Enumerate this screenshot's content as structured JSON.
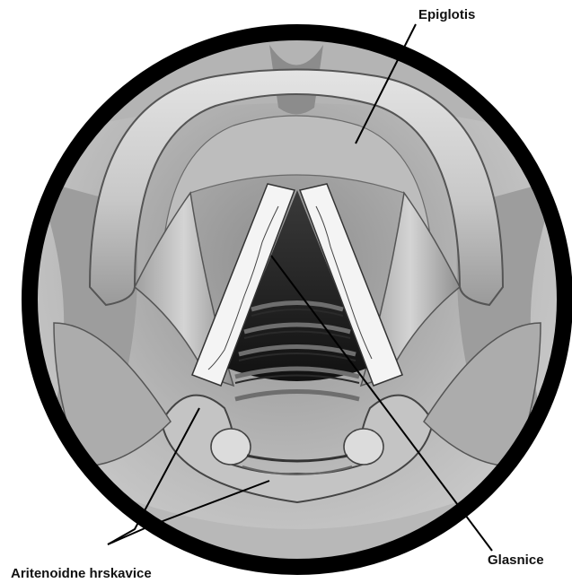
{
  "labels": {
    "epiglottis": "Epiglotis",
    "vocal_cords": "Glasnice",
    "arytenoid_cartilages": "Aritenoidne hrskavice"
  },
  "colors": {
    "ring": "#000000",
    "background": "#ffffff",
    "tissue_light": "#d9d9d9",
    "tissue_mid": "#a8a8a8",
    "tissue_dark": "#555555",
    "cavity": "#1e1e1e",
    "leader_line": "#000000"
  }
}
